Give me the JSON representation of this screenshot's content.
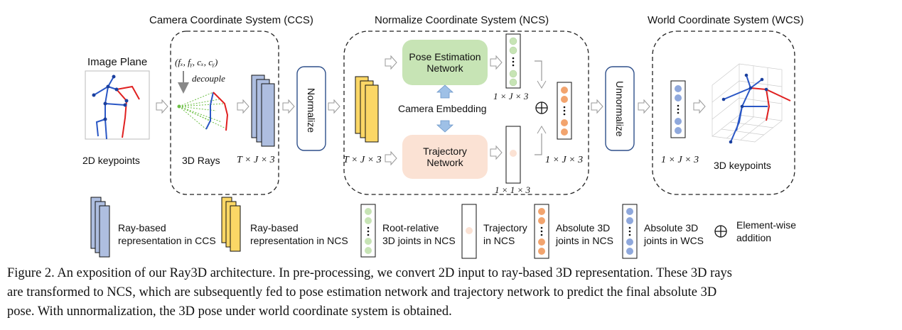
{
  "figure": {
    "sections": {
      "ccs": "Camera Coordinate System (CCS)",
      "ncs": "Normalize Coordinate System (NCS)",
      "wcs": "World Coordinate System (WCS)"
    },
    "image_plane": "Image Plane",
    "keypoints_2d": "2D  keypoints",
    "intrinsics": "(fₓ, fᵧ, cₓ, cᵧ)",
    "decouple": "decouple",
    "rays_3d": "3D Rays",
    "dim_tj3_ccs": "T × J × 3",
    "normalize": "Normalize",
    "dim_tj3_ncs": "T × J × 3",
    "pose_network": [
      "Pose Estimation",
      "Network"
    ],
    "camera_embedding": "Camera Embedding",
    "trajectory_network": [
      "Trajectory",
      "Network"
    ],
    "dim_1j3_pose": "1 × J × 3",
    "dim_113": "1 × 1 × 3",
    "dim_1j3_sum": "1 × J × 3",
    "unnormalize": "Unnormalize",
    "dim_1j3_wcs": "1 × J × 3",
    "keypoints_3d": "3D keypoints",
    "plus_symbol": "⊕",
    "colors": {
      "ccs_ray": "#aebee0",
      "ncs_ray": "#fbd766",
      "pose_green": "#c7e4b5",
      "traj_peach": "#fbe2d4",
      "orange_joint": "#f2a46e",
      "blue_joint": "#8fa8dc",
      "normalize_border": "#2e4f8a",
      "arrow_blue": "#9ec0e6"
    }
  },
  "legend": {
    "ray_ccs": [
      "Ray-based",
      "representation in CCS"
    ],
    "ray_ncs": [
      "Ray-based",
      "representation in NCS"
    ],
    "root_relative": [
      "Root-relative",
      "3D joints in NCS"
    ],
    "trajectory": [
      "Trajectory",
      "in NCS"
    ],
    "absolute_ncs": [
      "Absolute 3D",
      "joints in NCS"
    ],
    "absolute_wcs": [
      "Absolute 3D",
      "joints in WCS"
    ],
    "element_wise": [
      "Element-wise",
      "addition"
    ]
  },
  "caption": [
    "Figure 2. An exposition of our Ray3D architecture. In pre-processing, we convert 2D input to ray-based 3D representation. These 3D rays",
    "are transformed to NCS, which are subsequently fed to pose estimation network and trajectory network to predict the final absolute 3D",
    "pose. With unnormalization, the 3D pose under world coordinate system is obtained."
  ]
}
